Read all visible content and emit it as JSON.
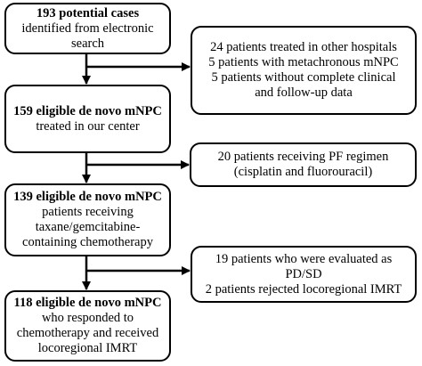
{
  "main_boxes": [
    {
      "title": "193 potential cases",
      "lines": [
        "identified from electronic",
        "search"
      ]
    },
    {
      "title": "159 eligible de novo mNPC",
      "lines": [
        "treated in our center"
      ]
    },
    {
      "title": "139 eligible de novo mNPC",
      "lines": [
        "patients receiving",
        "taxane/gemcitabine-",
        "containing chemotherapy"
      ]
    },
    {
      "title": "118 eligible de novo mNPC",
      "lines": [
        "who responded to",
        "chemotherapy and received",
        "locoregional IMRT"
      ]
    }
  ],
  "exclusion_boxes": [
    {
      "lines": [
        "24 patients treated in other hospitals",
        "5 patients with metachronous mNPC",
        "5 patients without complete clinical",
        "and follow-up data"
      ]
    },
    {
      "lines": [
        "20 patients receiving PF regimen",
        "(cisplatin and fluorouracil)"
      ]
    },
    {
      "lines": [
        "19 patients who were evaluated as",
        "PD/SD",
        "2 patients rejected locoregional IMRT"
      ]
    }
  ]
}
